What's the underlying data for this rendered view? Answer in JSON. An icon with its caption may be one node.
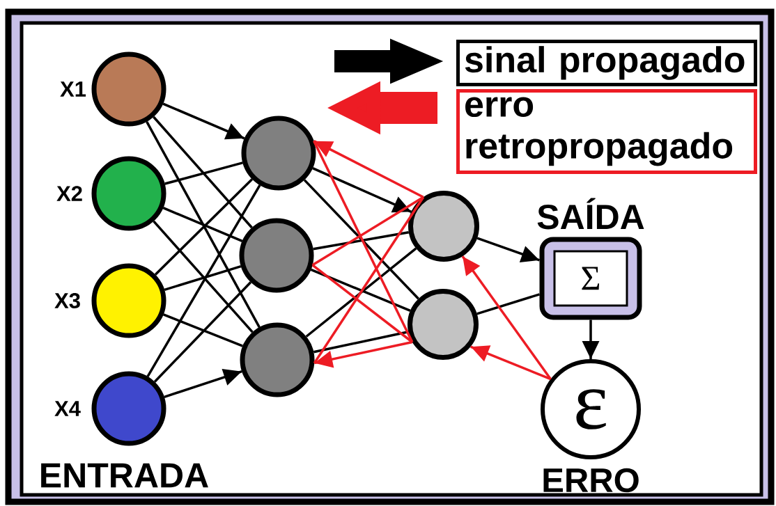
{
  "diagram": {
    "nodes": [
      {
        "text": [],
        "shape": "circle",
        "beside": [
          "X1"
        ]
      },
      {
        "text": [],
        "shape": "circle",
        "beside": [
          "X2"
        ]
      },
      {
        "text": [],
        "shape": "circle",
        "beside": [
          "X3"
        ]
      },
      {
        "text": [],
        "shape": "circle",
        "beside": [
          "X4"
        ]
      },
      {
        "text": [],
        "shape": "circle"
      },
      {
        "text": [],
        "shape": "circle"
      },
      {
        "text": [],
        "shape": "circle"
      },
      {
        "text": [],
        "shape": "circle"
      },
      {
        "text": [],
        "shape": "circle"
      },
      {
        "text": [
          "SAÍDA",
          "Σ"
        ]
      },
      {
        "text": [
          "ε"
        ],
        "beside": [
          "ERRO"
        ]
      }
    ],
    "edges": [
      {
        "from": 0,
        "to": 4,
        "arrow": "to"
      },
      {
        "from": 0,
        "to": 5,
        "arrow": "none"
      },
      {
        "from": 0,
        "to": 6,
        "arrow": "none"
      },
      {
        "from": 1,
        "to": 4,
        "arrow": "none"
      },
      {
        "from": 1,
        "to": 5,
        "arrow": "none"
      },
      {
        "from": 1,
        "to": 6,
        "arrow": "none"
      },
      {
        "from": 2,
        "to": 4,
        "arrow": "none"
      },
      {
        "from": 2,
        "to": 5,
        "arrow": "none"
      },
      {
        "from": 2,
        "to": 6,
        "arrow": "none"
      },
      {
        "from": 3,
        "to": 4,
        "arrow": "none"
      },
      {
        "from": 3,
        "to": 5,
        "arrow": "none"
      },
      {
        "from": 3,
        "to": 6,
        "arrow": "to"
      },
      {
        "from": 4,
        "to": 7,
        "arrow": "to"
      },
      {
        "from": 4,
        "to": 8,
        "arrow": "none"
      },
      {
        "from": 5,
        "to": 7,
        "arrow": "none"
      },
      {
        "from": 5,
        "to": 8,
        "arrow": "none"
      },
      {
        "from": 6,
        "to": 7,
        "arrow": "none"
      },
      {
        "from": 6,
        "to": 8,
        "arrow": "none"
      },
      {
        "from": 7,
        "to": 9,
        "arrow": "to"
      },
      {
        "from": 8,
        "to": 9,
        "arrow": "none"
      },
      {
        "from": 9,
        "to": 10,
        "arrow": "to"
      },
      {
        "from": 10,
        "to": 7,
        "arrow": "to",
        "color": "#ed1c24"
      },
      {
        "from": 10,
        "to": 8,
        "arrow": "to",
        "color": "#ed1c24"
      },
      {
        "from": 7,
        "to": 4,
        "arrow": "to",
        "color": "#ed1c24"
      },
      {
        "from": 7,
        "to": 5,
        "arrow": "none",
        "color": "#ed1c24"
      },
      {
        "from": 7,
        "to": 6,
        "arrow": "none",
        "color": "#ed1c24"
      },
      {
        "from": 8,
        "to": 4,
        "arrow": "none",
        "color": "#ed1c24"
      },
      {
        "from": 8,
        "to": 5,
        "arrow": "none",
        "color": "#ed1c24"
      },
      {
        "from": 8,
        "to": 6,
        "arrow": "to",
        "color": "#ed1c24"
      }
    ],
    "labels": [
      "ENTRADA"
    ],
    "legend": [
      {
        "text": "sinal propagado",
        "color": "#000000"
      },
      {
        "text": "erro retropropagado",
        "color": "#ed1c24"
      }
    ]
  }
}
